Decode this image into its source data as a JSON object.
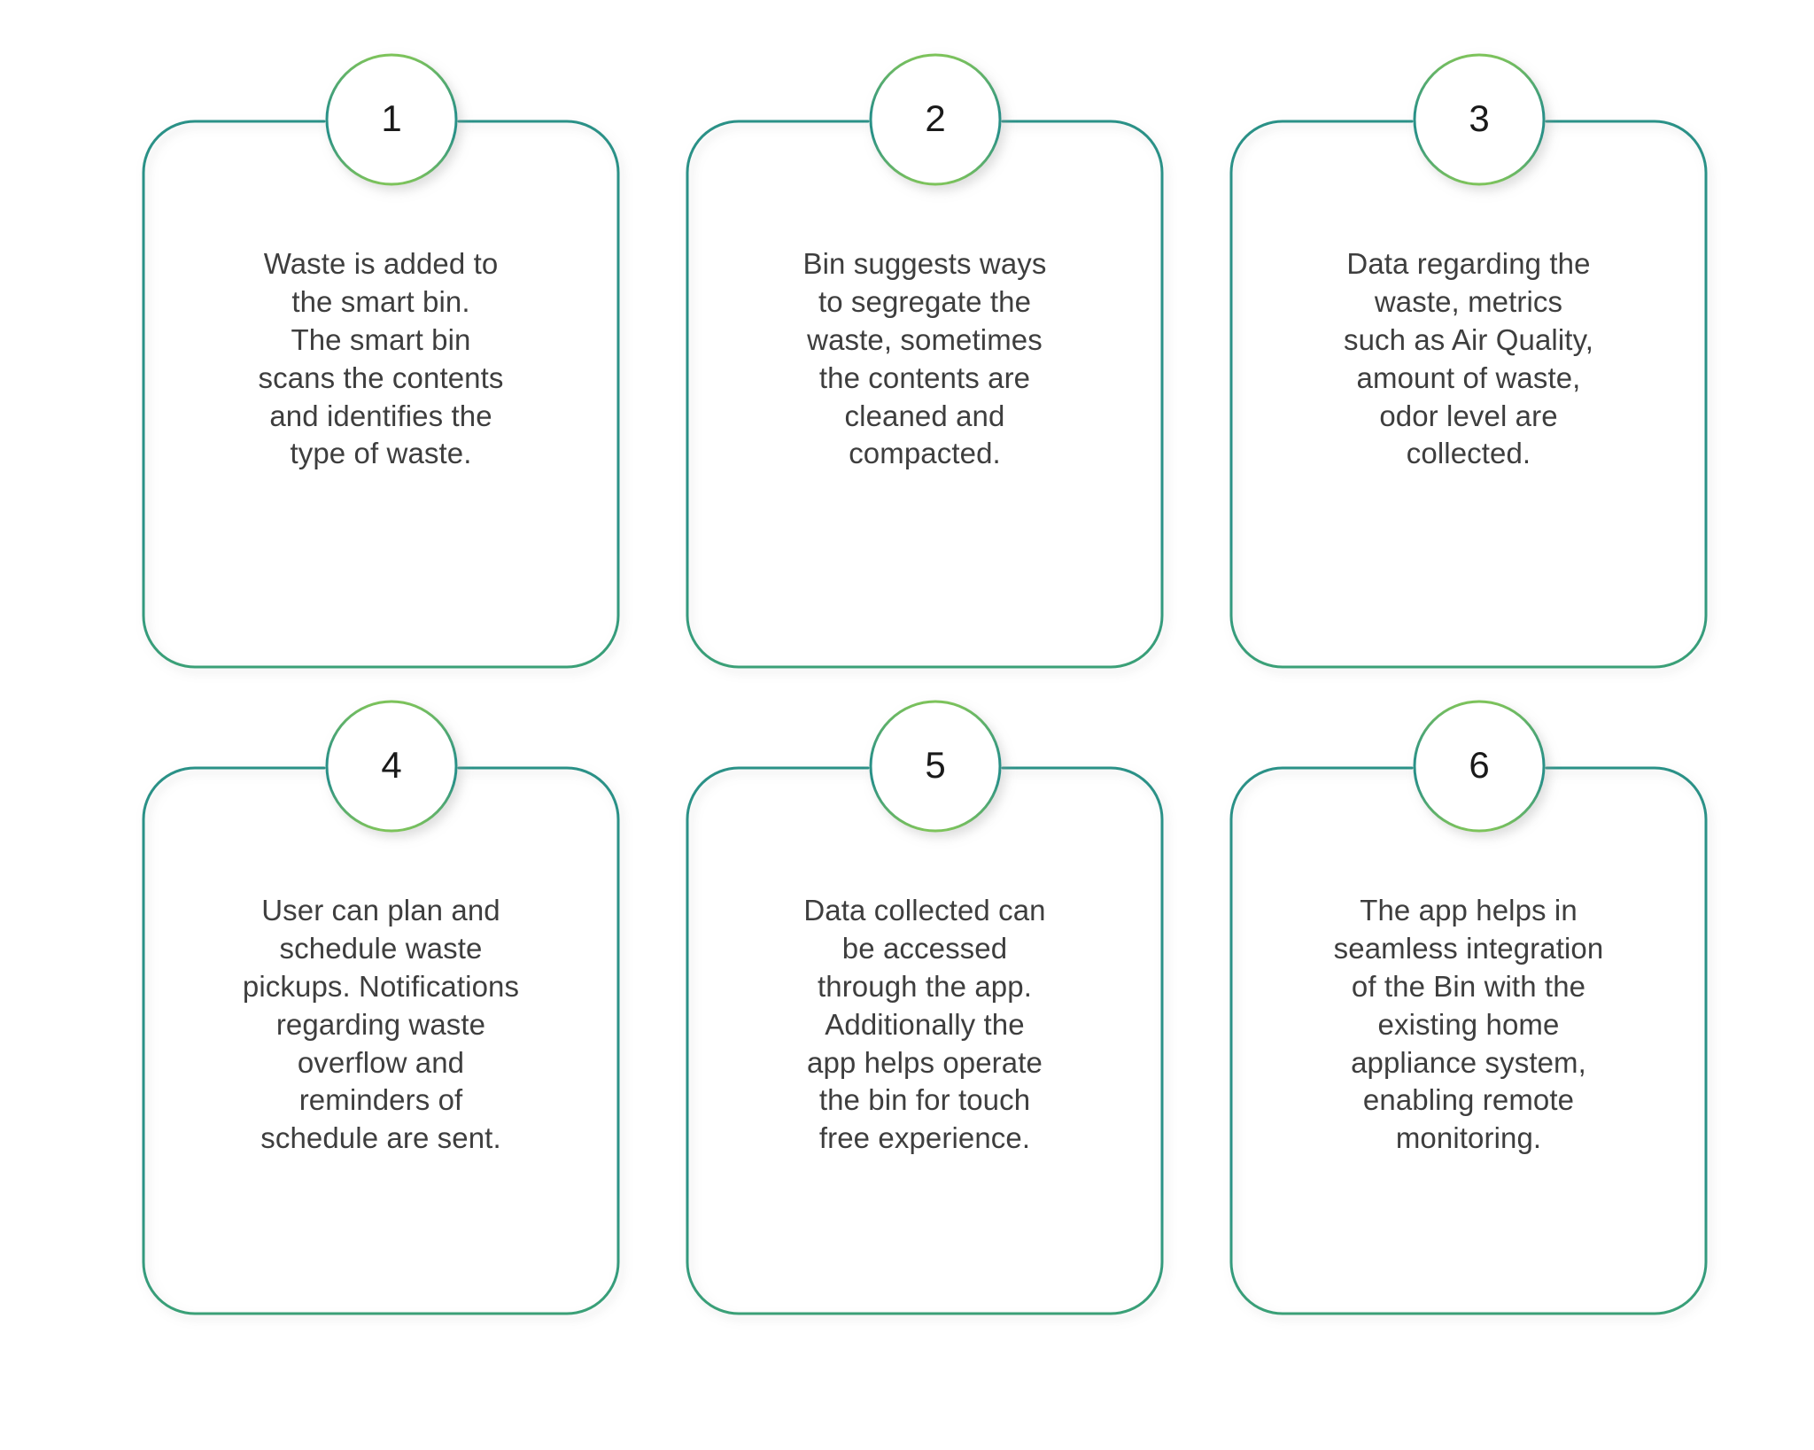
{
  "diagram": {
    "type": "numbered-step-cards",
    "background_color": "#ffffff",
    "accent_teal": "#2a9187",
    "accent_green": "#7dc35a",
    "text_color": "#3e3e3e",
    "number_color": "#1a1a1a",
    "columns": 3,
    "rows": 2,
    "steps": [
      {
        "number": "1",
        "text": "Waste is added to\nthe smart bin.\nThe smart bin\nscans the contents\nand identifies the\ntype of waste."
      },
      {
        "number": "2",
        "text": "Bin suggests ways\nto segregate the\nwaste, sometimes\nthe contents are\ncleaned and\ncompacted."
      },
      {
        "number": "3",
        "text": "Data regarding the\nwaste, metrics\nsuch as Air Quality,\namount of waste,\nodor level are\ncollected."
      },
      {
        "number": "4",
        "text": "User can plan and\nschedule waste\npickups. Notifications\nregarding waste\noverflow and\nreminders of\nschedule are sent."
      },
      {
        "number": "5",
        "text": "Data collected can\nbe accessed\nthrough the app.\nAdditionally the\napp helps operate\nthe bin for touch\nfree experience."
      },
      {
        "number": "6",
        "text": "The app helps in\nseamless integration\nof the Bin with the\nexisting home\nappliance system,\nenabling remote\nmonitoring."
      }
    ]
  }
}
